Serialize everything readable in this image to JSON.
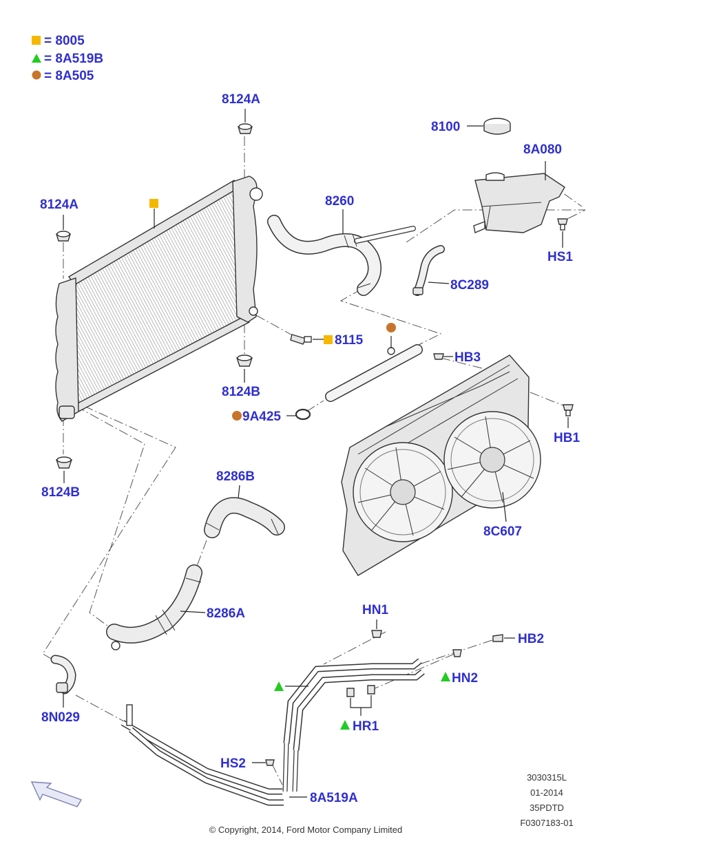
{
  "legend": {
    "items": [
      {
        "marker": "square",
        "color": "#f5b800",
        "text": "= 8005"
      },
      {
        "marker": "triangle",
        "color": "#22cc22",
        "text": "= 8A519B"
      },
      {
        "marker": "circle",
        "color": "#c8742a",
        "text": "= 8A505"
      }
    ]
  },
  "callouts": {
    "c8124A_top": "8124A",
    "c8124A_left": "8124A",
    "c8124B_mid": "8124B",
    "c8124B_bottom": "8124B",
    "c8100": "8100",
    "c8A080": "8A080",
    "c8260": "8260",
    "cHS1": "HS1",
    "c8C289": "8C289",
    "c8115": "8115",
    "cHB3": "HB3",
    "c9A425": "9A425",
    "cHB1": "HB1",
    "c8286B": "8286B",
    "c8C607": "8C607",
    "c8286A": "8286A",
    "cHN1": "HN1",
    "cHB2": "HB2",
    "cHN2": "HN2",
    "cHR1": "HR1",
    "c8N029": "8N029",
    "cHS2": "HS2",
    "c8A519A": "8A519A"
  },
  "marker_colors": {
    "square": "#f5b800",
    "triangle": "#22cc22",
    "circle": "#c8742a",
    "callout_text": "#2f2fd0"
  },
  "meta": {
    "line1": "3030315L",
    "line2": "01-2014",
    "line3": "35PDTD",
    "line4": "F0307183-01"
  },
  "copyright": "© Copyright, 2014, Ford Motor Company Limited",
  "icons": {
    "direction": "front-direction-arrow-icon"
  }
}
